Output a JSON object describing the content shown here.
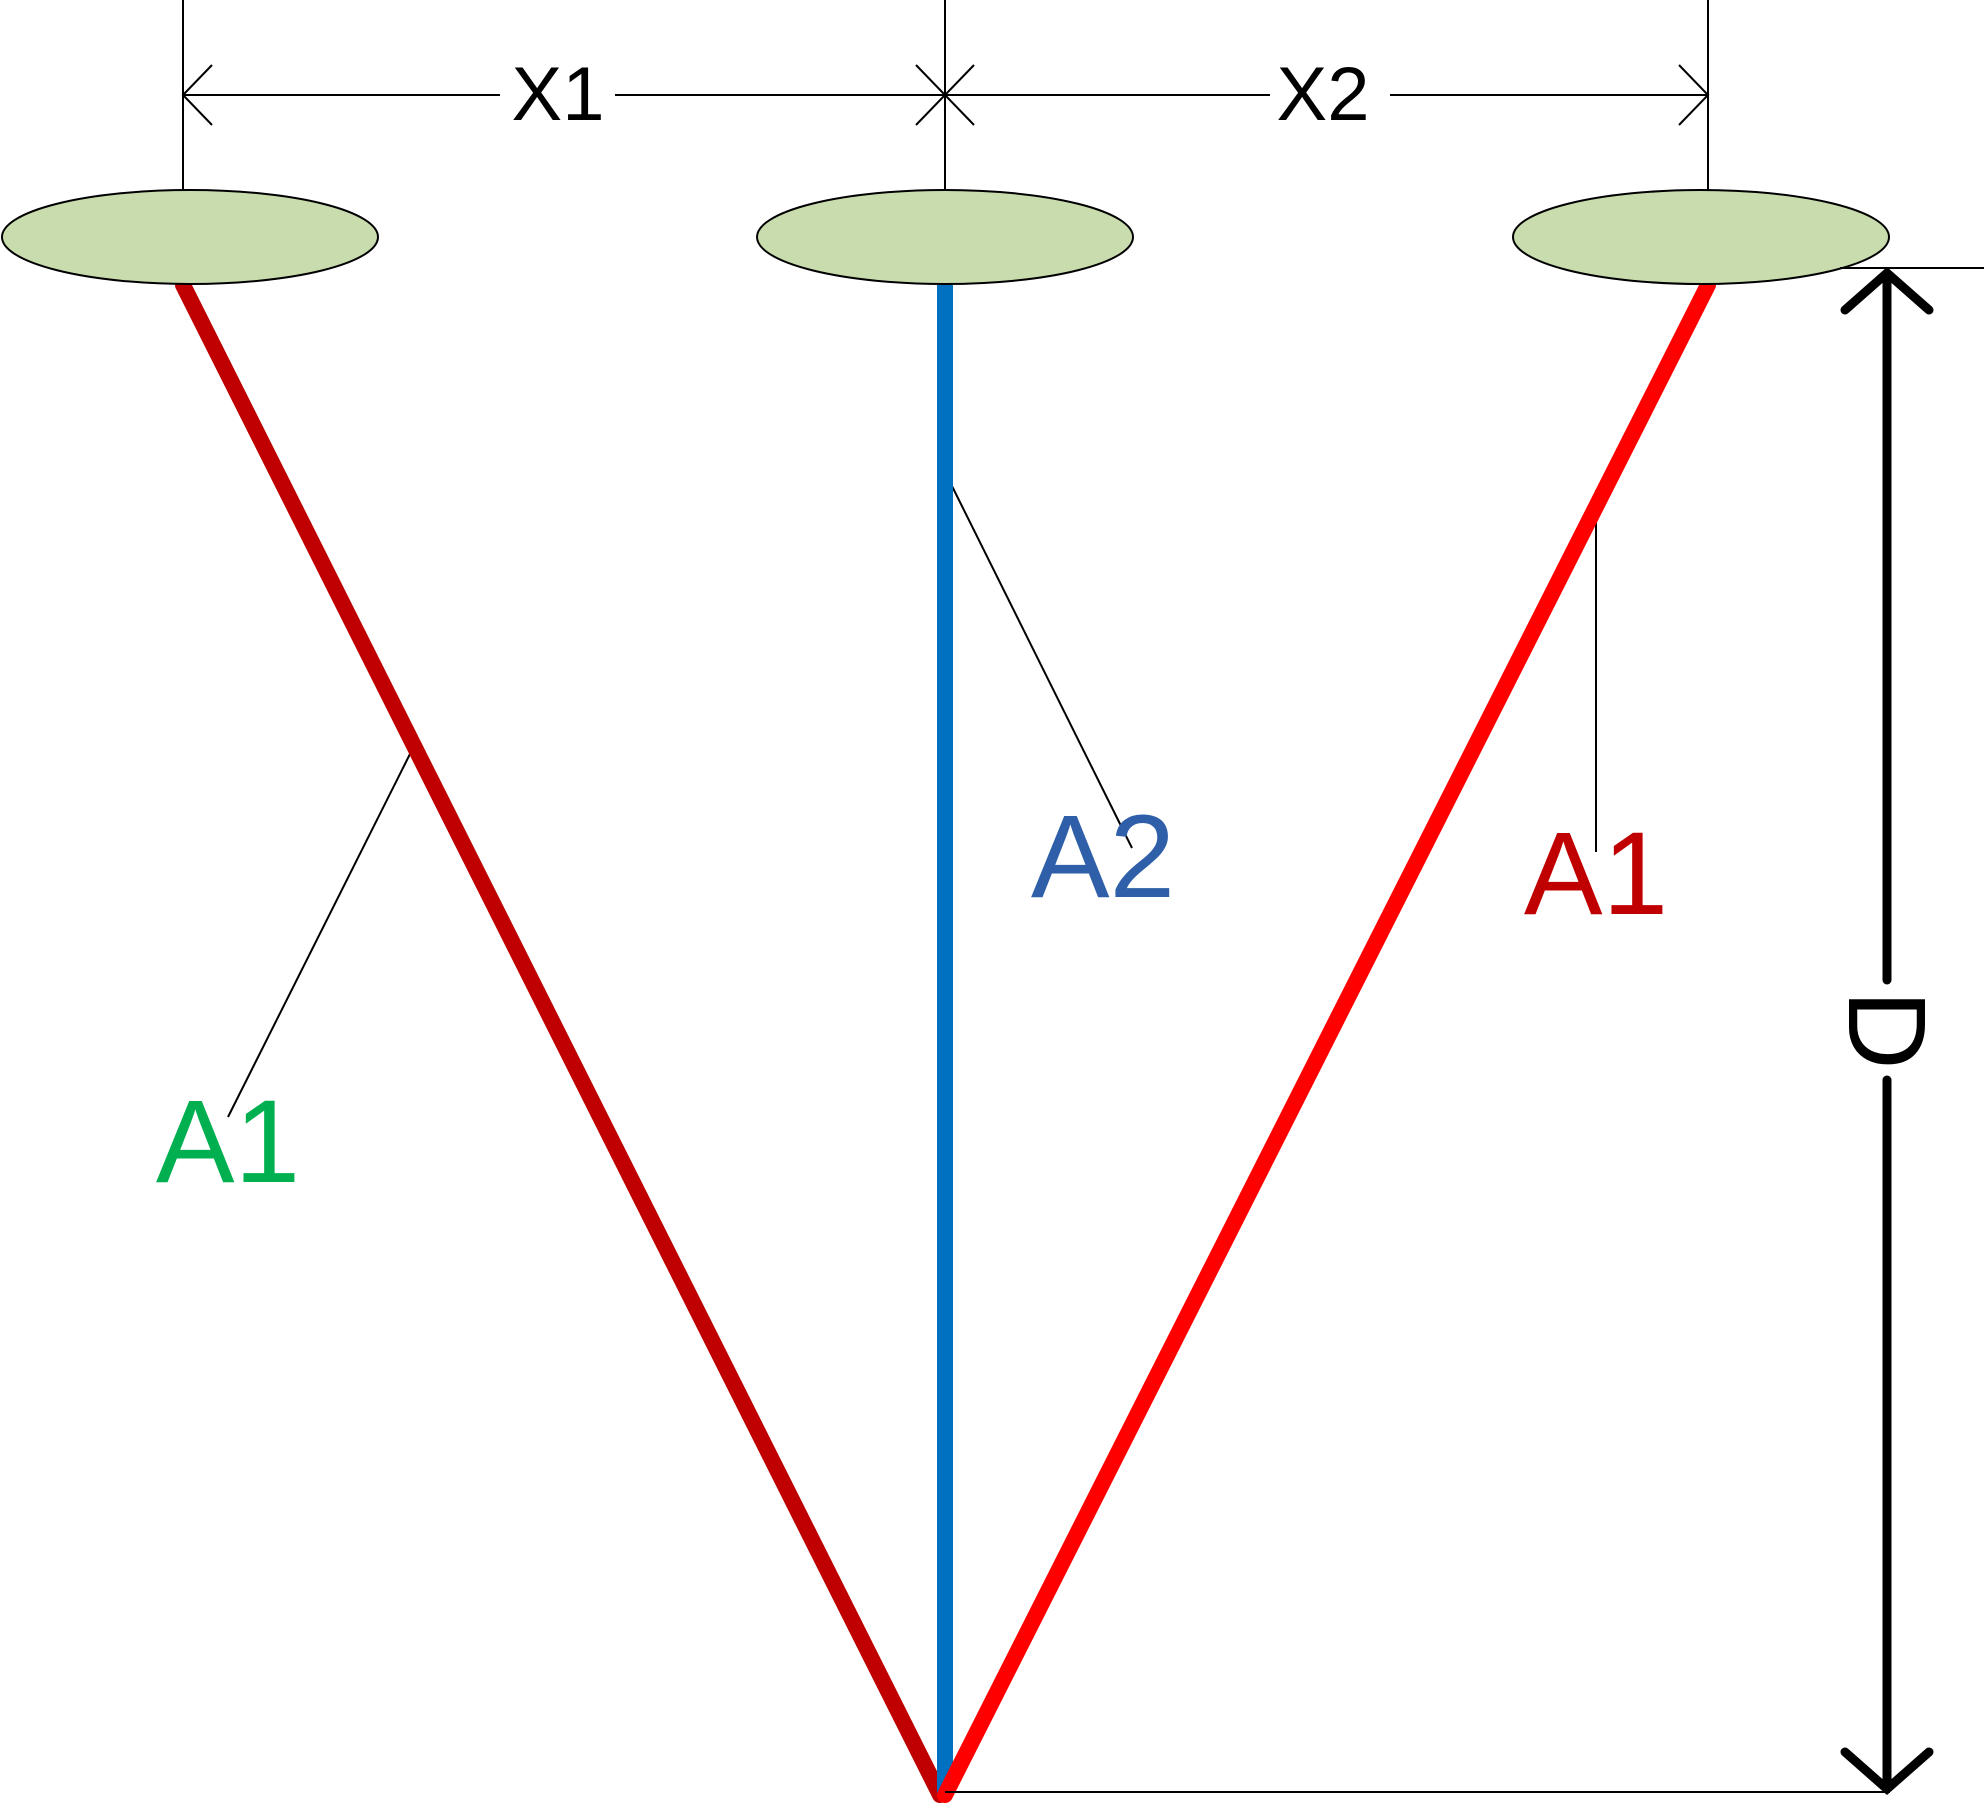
{
  "labels": {
    "x1": "X1",
    "x2": "X2",
    "d": "D",
    "a1_left": "A1",
    "a2_center": "A2",
    "a1_right": "A1"
  },
  "colors": {
    "background": "#ffffff",
    "dimension_line": "#000000",
    "ellipse_fill": "#c9dcad",
    "ellipse_stroke": "#000000",
    "left_member": "#c00000",
    "center_member": "#0070c0",
    "right_member": "#ff0000",
    "label_a1_left": "#00b050",
    "label_a2": "#2e5fa8",
    "label_a1_right": "#c00000"
  }
}
